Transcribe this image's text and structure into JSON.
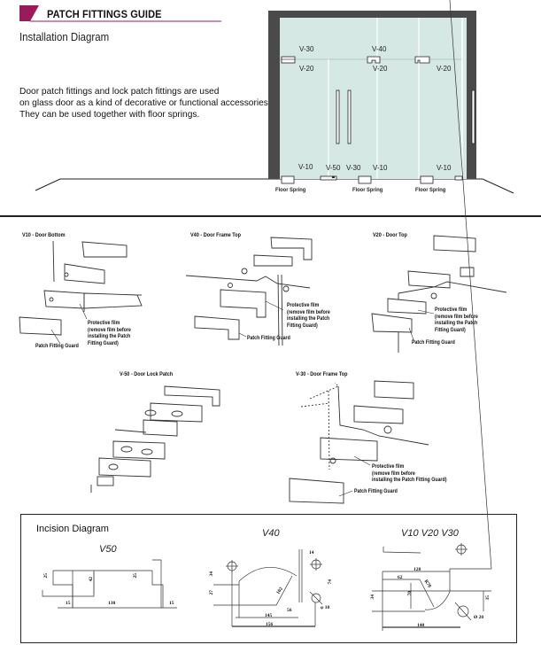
{
  "header": {
    "title": "PATCH FITTINGS GUIDE",
    "subtitle": "Installation Diagram",
    "accent_color": "#9b1b5a"
  },
  "intro": {
    "lines": [
      "Door patch fittings and lock patch fittings are used",
      "on glass door as a kind of decorative or functional accessories.",
      "They can be used together with floor springs."
    ]
  },
  "door_diagram": {
    "frame_color": "#4a4a4a",
    "glass_color": "#d5e8e4",
    "labels_top": [
      "V-30",
      "V-40"
    ],
    "labels_mid": [
      "V-20",
      "V-20",
      "V-20"
    ],
    "labels_bottom": [
      "V-10",
      "V-50",
      "V-30",
      "V-10",
      "V-10"
    ],
    "floor_springs": [
      "Floor Spring",
      "Floor Spring",
      "Floor Spring"
    ]
  },
  "exploded_views": [
    {
      "title": "V10 - Door Bottom",
      "film_note": [
        "Protective film",
        "(remove film before",
        "installing the Patch",
        "Fitting Guard)"
      ],
      "guard": "Patch Fitting Guard"
    },
    {
      "title": "V40 - Door Frame Top",
      "film_note": [
        "Protective film",
        "(remove film before",
        "installing the Patch",
        "Fitting Guard)"
      ],
      "guard": "Patch Fitting Guard"
    },
    {
      "title": "V20 - Door Top",
      "film_note": [
        "Protective film",
        "(remove film before",
        "installing the Patch",
        "Fitting Guard)"
      ],
      "guard": "Patch Fitting Guard"
    },
    {
      "title": "V-50 - Door Lock Patch"
    },
    {
      "title": "V-30 - Door Frame Top",
      "film_note": [
        "Protective film",
        "(remove film before",
        "installing the Patch Fitting Guard)"
      ],
      "guard": "Patch Fitting Guard"
    }
  ],
  "incision": {
    "title": "Incision Diagram",
    "v50": {
      "label": "V50",
      "dims": {
        "left_h": "25",
        "mid_h": "42",
        "right_h": "25",
        "left_w": "15",
        "mid_w": "130",
        "right_w": "15"
      }
    },
    "v40": {
      "label": "V40",
      "dims": {
        "h1": "34",
        "h2": "27",
        "radius": "102",
        "w_inner": "56",
        "w_mid": "145",
        "w_total": "156",
        "top_w": "14",
        "right_h": "74",
        "hole": "φ 10"
      }
    },
    "v10": {
      "label": "V10  V20  V30",
      "dims": {
        "top_w": "128",
        "inner_w": "62",
        "radius": "R70",
        "inner_h": "70",
        "left_h": "34",
        "right_h": "35",
        "total_w": "140",
        "hole": "Ø 20"
      }
    }
  }
}
